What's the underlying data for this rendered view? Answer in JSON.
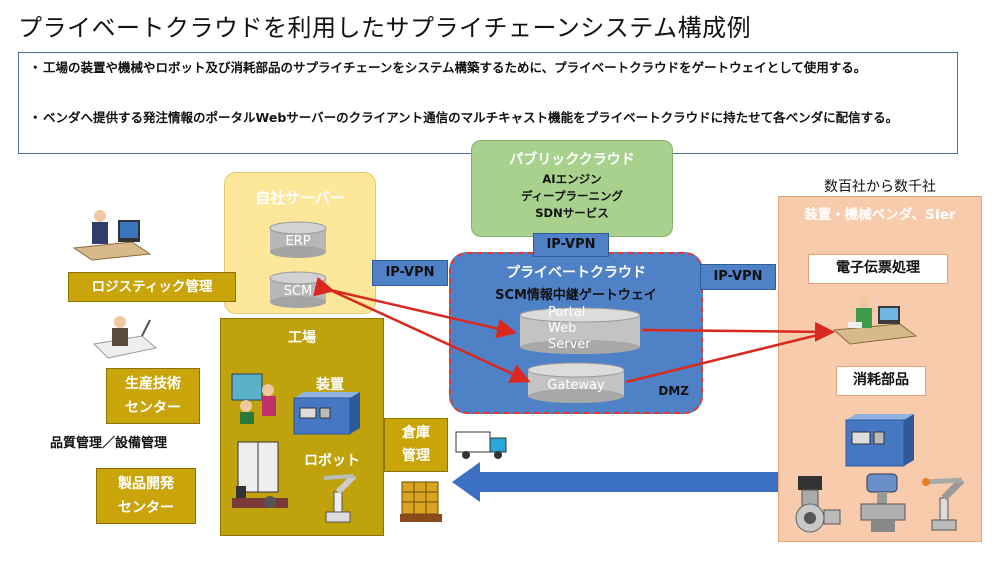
{
  "title": "プライベートクラウドを利用したサプライチェーンシステム構成例",
  "bullets": [
    "工場の装置や機械やロボット及び消耗部品のサプライチェーンをシステム構築するために、プライベートクラウドをゲートウェイとして使用する。",
    "ベンダへ提供する発注情報のポータルWebサーバーのクライアント通信のマルチキャスト機能をプライベートクラウドに持たせて各ベンダに配信する。"
  ],
  "bullet_mark": "・",
  "public_cloud": {
    "title": "パブリッククラウド",
    "lines": [
      "AIエンジン",
      "ディープラーニング",
      "SDNサービス"
    ]
  },
  "own_server": {
    "title": "自社サーバー",
    "erp": "ERP",
    "scm": "SCM"
  },
  "vpn": {
    "left": "IP-VPN",
    "top": "IP-VPN",
    "right": "IP-VPN"
  },
  "private_cloud": {
    "title": "プライベートクラウド",
    "subtitle": "SCM情報中継ゲートウェイ",
    "portal_lines": [
      "Portal",
      "Web",
      "Server"
    ],
    "gateway": "Gateway",
    "dmz": "DMZ"
  },
  "vendors": {
    "count_label": "数百社から数千社",
    "title": "装置・機械ベンダ、SIer",
    "invoice": "電子伝票処理",
    "consumables": "消耗部品"
  },
  "left_side": {
    "logistics": "ロジスティック管理",
    "prod_tech": [
      "生産技術",
      "センター"
    ],
    "qc": "品質管理／設備管理",
    "dev": [
      "製品開発",
      "センター"
    ]
  },
  "factory": {
    "title": "工場",
    "device": "装置",
    "robot": "ロボット",
    "warehouse": [
      "倉庫",
      "管理"
    ]
  },
  "colors": {
    "private_cloud": "#4f81c7",
    "dashed_border": "#e03a2f",
    "arrow_red": "#d9281e",
    "arrow_blue": "#3c70c3"
  }
}
